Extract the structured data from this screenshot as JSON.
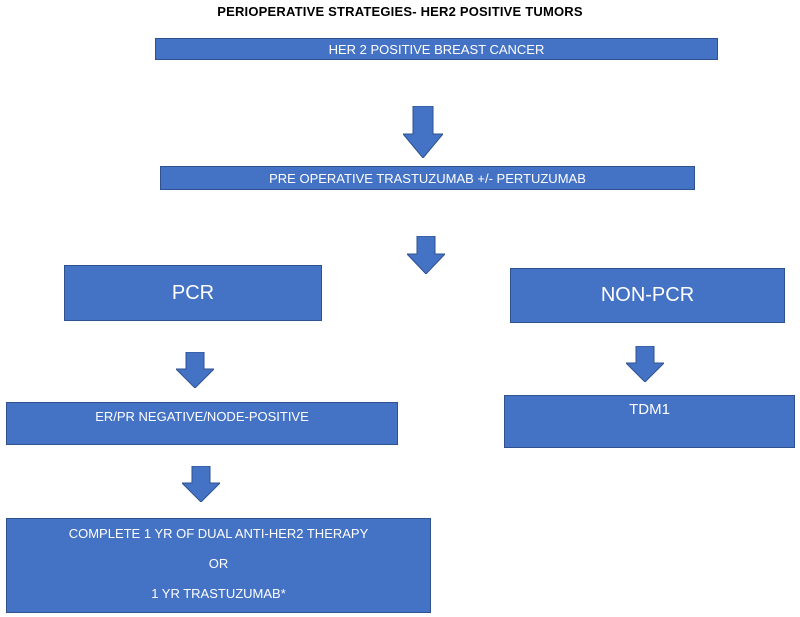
{
  "title": "PERIOPERATIVE STRATEGIES- HER2 POSITIVE TUMORS",
  "nodes": {
    "her2": "HER 2 POSITIVE BREAST CANCER",
    "preop": "PRE OPERATIVE  TRASTUZUMAB +/- PERTUZUMAB",
    "pcr": "PCR",
    "nonpcr": "NON-PCR",
    "erpr": "ER/PR  NEGATIVE/NODE-POSITIVE",
    "tdm1": "TDM1",
    "complete": {
      "line1": "COMPLETE 1 YR OF DUAL ANTI-HER2 THERAPY",
      "line2": "OR",
      "line3": "1 YR TRASTUZUMAB*"
    }
  },
  "colors": {
    "box_fill": "#4472c4",
    "box_border": "#2f528f",
    "arrow_fill": "#4472c4",
    "text": "#ffffff"
  }
}
